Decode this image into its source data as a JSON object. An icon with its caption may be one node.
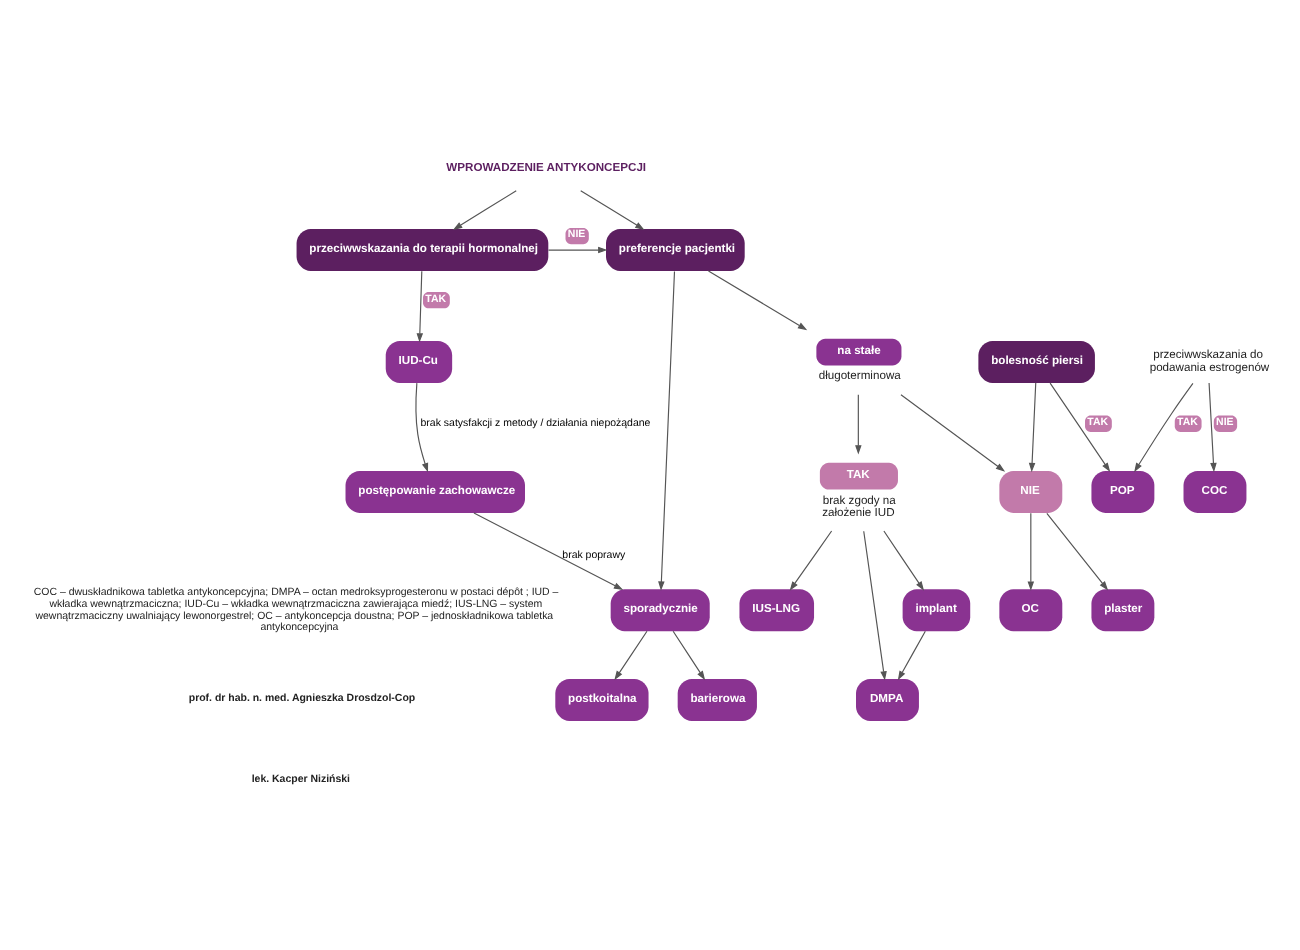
{
  "diagram": {
    "nodes": [
      {
        "text": [
          "WPROWADZENIE ANTYKONCEPCJI"
        ]
      },
      {
        "text": [
          "przeciwwskazania do terapii hormonalnej"
        ]
      },
      {
        "text": [
          "preferencje pacjentki"
        ]
      },
      {
        "text": [
          "na stałe"
        ],
        "beside": [
          "długoterminowa"
        ]
      },
      {
        "text": [
          "sporadycznie"
        ]
      },
      {
        "text": [
          "barierowa"
        ]
      },
      {
        "text": [
          "postkoitalna"
        ]
      },
      {
        "text": [
          "TAK"
        ],
        "beside": [
          "brak zgody na założenie IUD"
        ]
      },
      {
        "text": [
          "NIE"
        ]
      },
      {
        "text": [
          "plaster"
        ]
      },
      {
        "text": [
          "OC"
        ]
      },
      {
        "text": [
          "COC"
        ]
      },
      {
        "text": [
          "przeciwwskazania do podawania estrogenów"
        ]
      },
      {
        "text": [
          "IUS-LNG"
        ]
      },
      {
        "text": [
          "DMPA"
        ]
      },
      {
        "text": [
          "implant"
        ]
      },
      {
        "text": [
          "bolesność piersi"
        ]
      },
      {
        "text": [
          "POP"
        ]
      },
      {
        "text": [
          "IUD-Cu"
        ]
      },
      {
        "text": [
          "postępowanie zachowawcze"
        ]
      }
    ],
    "edges": [
      {
        "from": 0,
        "to": 1,
        "arrow": "to"
      },
      {
        "from": 0,
        "to": 2,
        "arrow": "to"
      },
      {
        "from": 1,
        "to": 2,
        "arrow": "to",
        "label": "NIE"
      },
      {
        "from": 1,
        "to": 18,
        "arrow": "to",
        "label": "TAK"
      },
      {
        "from": 2,
        "to": 3,
        "arrow": "to"
      },
      {
        "from": 2,
        "to": 4,
        "arrow": "to"
      },
      {
        "from": 4,
        "to": 5,
        "arrow": "to"
      },
      {
        "from": 4,
        "to": 6,
        "arrow": "to"
      },
      {
        "from": 3,
        "to": 7,
        "arrow": "to"
      },
      {
        "from": 3,
        "to": 8,
        "arrow": "to"
      },
      {
        "from": 7,
        "to": 13,
        "arrow": "to"
      },
      {
        "from": 7,
        "to": 14,
        "arrow": "to"
      },
      {
        "from": 7,
        "to": 15,
        "arrow": "to"
      },
      {
        "from": 15,
        "to": 14,
        "arrow": "to"
      },
      {
        "from": 8,
        "to": 9,
        "arrow": "to"
      },
      {
        "from": 8,
        "to": 10,
        "arrow": "to"
      },
      {
        "from": 16,
        "to": 8,
        "arrow": "to"
      },
      {
        "from": 16,
        "to": 17,
        "arrow": "to",
        "label": "TAK"
      },
      {
        "from": 12,
        "to": 11,
        "arrow": "to",
        "label": "NIE"
      },
      {
        "from": 12,
        "to": 17,
        "arrow": "to",
        "label": "TAK"
      },
      {
        "from": 18,
        "to": 19,
        "arrow": "to",
        "label": "brak satysfakcji z metody / działania niepożądane"
      },
      {
        "from": 19,
        "to": 4,
        "arrow": "to",
        "label": "brak poprawy"
      }
    ],
    "labels": [
      "COC – dwuskładnikowa tabletka antykoncepcyjna; DMPA – octan medroksyprogesteronu w postaci dépôt ; IUD – wkładka wewnątrzmaciczna; IUD-Cu – wkładka wewnątrzmaciczna zawierająca miedź; IUS-LNG – system wewnątrzmaciczny uwalniający lewonorgestrel; OC – antykoncepcja doustna; POP – jednoskładnikowa tabletka antykoncepcyjna",
      "prof. dr hab. n. med. Agnieszka Drosdzol-Cop",
      "lek. Kacper Niziński"
    ]
  }
}
